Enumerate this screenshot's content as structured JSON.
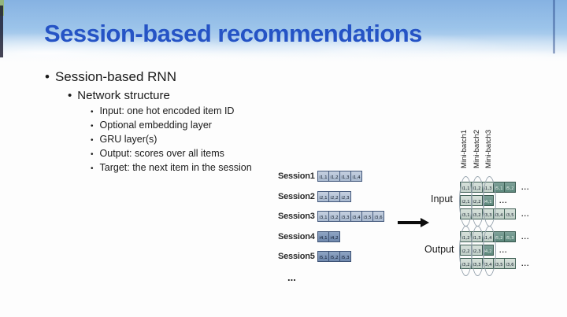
{
  "slide": {
    "title": "Session-based recommendations"
  },
  "bullets": {
    "level1": "Session-based RNN",
    "level2": "Network structure",
    "level3": [
      "Input: one hot encoded item ID",
      "Optional embedding layer",
      "GRU layer(s)",
      "Output: scores over all items",
      "Target: the next item in the session"
    ]
  },
  "diagram": {
    "sessions": [
      {
        "label": "Session1",
        "shade": "light",
        "items": [
          "i1,1",
          "i1,2",
          "i1,3",
          "i1,4"
        ]
      },
      {
        "label": "Session2",
        "shade": "light",
        "items": [
          "i2,1",
          "i2,2",
          "i2,3"
        ]
      },
      {
        "label": "Session3",
        "shade": "light",
        "items": [
          "i3,1",
          "i3,2",
          "i3,3",
          "i3,4",
          "i3,5",
          "i3,6"
        ]
      },
      {
        "label": "Session4",
        "shade": "dark",
        "items": [
          "i4,1",
          "i4,2"
        ]
      },
      {
        "label": "Session5",
        "shade": "dark",
        "items": [
          "i5,1",
          "i5,2",
          "i5,3"
        ]
      }
    ],
    "sessions_more": "...",
    "input_label": "Input",
    "output_label": "Output",
    "minibatches": [
      "Mini-batch1",
      "Mini-batch2",
      "Mini-batch3"
    ],
    "input_rows": [
      {
        "cells": [
          {
            "t": "i1,1",
            "s": "light"
          },
          {
            "t": "i1,2",
            "s": "light"
          },
          {
            "t": "i1,3",
            "s": "light"
          },
          {
            "t": "i5,1",
            "s": "dark"
          },
          {
            "t": "i5,2",
            "s": "dark"
          }
        ],
        "more": "..."
      },
      {
        "cells": [
          {
            "t": "i2,1",
            "s": "light"
          },
          {
            "t": "i2,2",
            "s": "light"
          },
          {
            "t": "i4,1",
            "s": "dark"
          }
        ],
        "more": "..."
      },
      {
        "cells": [
          {
            "t": "i3,1",
            "s": "light"
          },
          {
            "t": "i3,2",
            "s": "light"
          },
          {
            "t": "i3,3",
            "s": "light"
          },
          {
            "t": "i3,4",
            "s": "light"
          },
          {
            "t": "i3,5",
            "s": "light"
          }
        ],
        "more": "..."
      }
    ],
    "output_rows": [
      {
        "cells": [
          {
            "t": "i1,2",
            "s": "light"
          },
          {
            "t": "i1,3",
            "s": "light"
          },
          {
            "t": "i1,4",
            "s": "light"
          },
          {
            "t": "i5,2",
            "s": "dark"
          },
          {
            "t": "i5,3",
            "s": "dark"
          }
        ],
        "more": "..."
      },
      {
        "cells": [
          {
            "t": "i2,2",
            "s": "light"
          },
          {
            "t": "i2,3",
            "s": "light"
          },
          {
            "t": "i4,2",
            "s": "dark"
          }
        ],
        "more": "..."
      },
      {
        "cells": [
          {
            "t": "i3,2",
            "s": "light"
          },
          {
            "t": "i3,3",
            "s": "light"
          },
          {
            "t": "i3,4",
            "s": "light"
          },
          {
            "t": "i3,5",
            "s": "light"
          },
          {
            "t": "i3,6",
            "s": "light"
          }
        ],
        "more": "..."
      }
    ]
  },
  "colors": {
    "title_blue": "#2553c5",
    "session_cell_light": "#b0bfd4",
    "session_cell_dark": "#7e96ba",
    "matrix_cell_light": "#ccd8d2",
    "matrix_cell_dark": "#6c9489",
    "sky_blue": "#8fb9e4"
  }
}
